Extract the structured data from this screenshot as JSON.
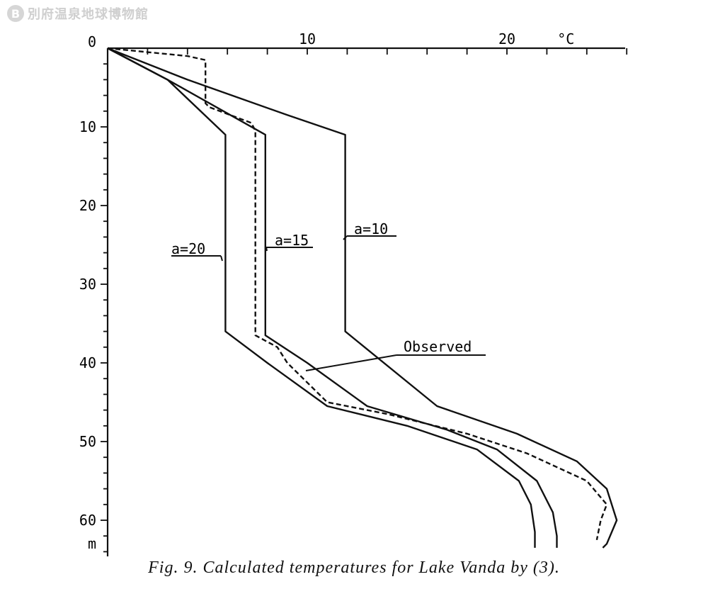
{
  "watermark": {
    "text": "別府温泉地球博物館",
    "icon": "museum-logo-icon"
  },
  "caption": "Fig. 9.  Calculated temperatures for Lake Vanda by (3).",
  "chart_data": {
    "type": "line",
    "xlabel": "",
    "ylabel": "",
    "x_unit": "°C",
    "y_unit": "m",
    "xlim": [
      0,
      26
    ],
    "ylim": [
      0,
      64
    ],
    "x_ticks": [
      0,
      10,
      20
    ],
    "y_ticks": [
      10,
      20,
      30,
      40,
      50,
      60
    ],
    "origin_label": "0",
    "grid": false,
    "orientation": "depth-down",
    "series": [
      {
        "name": "a=10",
        "style": "solid",
        "x": [
          0,
          4,
          9,
          11.9,
          11.9,
          16.5,
          20.5,
          23.5,
          25,
          25.5,
          25,
          24.8
        ],
        "y": [
          0,
          4,
          8.5,
          11,
          36,
          45.5,
          49,
          52.5,
          56,
          60,
          63,
          63.5
        ]
      },
      {
        "name": "a=15",
        "style": "solid",
        "x": [
          0,
          3,
          7.9,
          7.9,
          10,
          13,
          17,
          19.5,
          21.5,
          22.3,
          22.5,
          22.5
        ],
        "y": [
          0,
          4,
          11,
          36.5,
          40,
          45.5,
          48.5,
          51,
          55,
          59,
          62,
          63.5
        ]
      },
      {
        "name": "a=20",
        "style": "solid",
        "x": [
          0,
          3,
          5.9,
          5.9,
          8,
          11,
          15,
          18.5,
          20.6,
          21.2,
          21.4,
          21.4
        ],
        "y": [
          0,
          4,
          11,
          36,
          40,
          45.5,
          48,
          51,
          55,
          58,
          61.5,
          63.5
        ]
      },
      {
        "name": "Observed",
        "style": "dashed",
        "x": [
          0,
          4,
          4.9,
          4.9,
          5.1,
          7.2,
          7.4,
          7.4,
          8.5,
          9,
          11,
          14,
          18,
          21,
          24,
          25,
          24.7,
          24.5
        ],
        "y": [
          0,
          1,
          1.5,
          7,
          7.5,
          9.5,
          10.5,
          36.5,
          38,
          40,
          45,
          46.5,
          49,
          51.5,
          55,
          58,
          60,
          62.5
        ]
      }
    ],
    "annotations": [
      {
        "text": "a=10",
        "target": "a=10"
      },
      {
        "text": "a=15",
        "target": "a=15"
      },
      {
        "text": "a=20",
        "target": "a=20"
      },
      {
        "text": "Observed",
        "target": "Observed"
      }
    ]
  }
}
